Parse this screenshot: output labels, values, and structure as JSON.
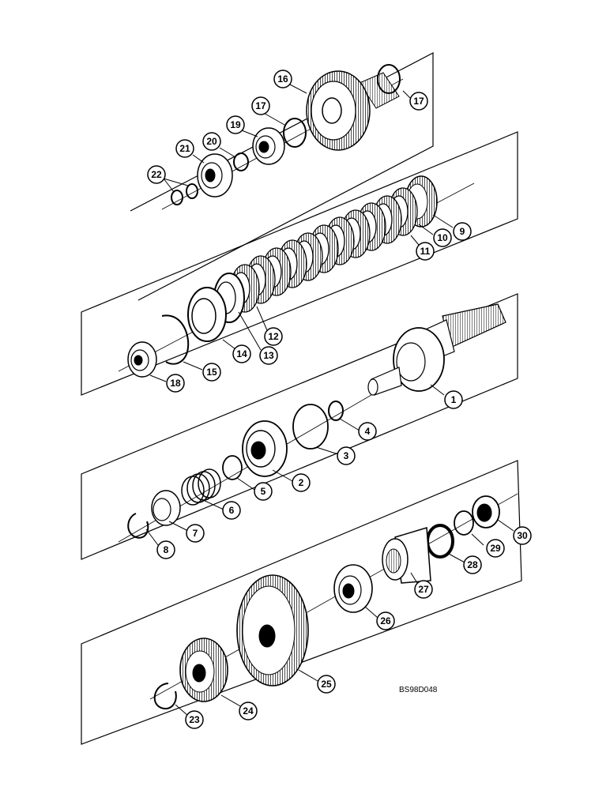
{
  "diagram": {
    "code": "BS98D048",
    "callouts": [
      {
        "id": "c1",
        "label": "1"
      },
      {
        "id": "c2",
        "label": "2"
      },
      {
        "id": "c3",
        "label": "3"
      },
      {
        "id": "c4",
        "label": "4"
      },
      {
        "id": "c5",
        "label": "5"
      },
      {
        "id": "c6",
        "label": "6"
      },
      {
        "id": "c7",
        "label": "7"
      },
      {
        "id": "c8",
        "label": "8"
      },
      {
        "id": "c9",
        "label": "9"
      },
      {
        "id": "c10",
        "label": "10"
      },
      {
        "id": "c11",
        "label": "11"
      },
      {
        "id": "c12",
        "label": "12"
      },
      {
        "id": "c13",
        "label": "13"
      },
      {
        "id": "c14",
        "label": "14"
      },
      {
        "id": "c15",
        "label": "15"
      },
      {
        "id": "c16",
        "label": "16"
      },
      {
        "id": "c17a",
        "label": "17"
      },
      {
        "id": "c17b",
        "label": "17"
      },
      {
        "id": "c18",
        "label": "18"
      },
      {
        "id": "c19",
        "label": "19"
      },
      {
        "id": "c20",
        "label": "20"
      },
      {
        "id": "c21",
        "label": "21"
      },
      {
        "id": "c22",
        "label": "22"
      },
      {
        "id": "c23",
        "label": "23"
      },
      {
        "id": "c24",
        "label": "24"
      },
      {
        "id": "c25",
        "label": "25"
      },
      {
        "id": "c26",
        "label": "26"
      },
      {
        "id": "c27",
        "label": "27"
      },
      {
        "id": "c28",
        "label": "28"
      },
      {
        "id": "c29",
        "label": "29"
      },
      {
        "id": "c30",
        "label": "30"
      }
    ]
  }
}
